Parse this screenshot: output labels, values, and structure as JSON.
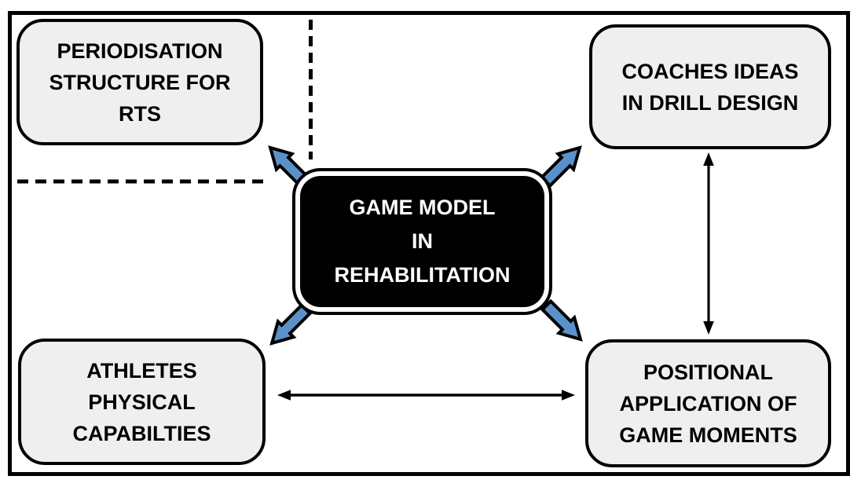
{
  "diagram": {
    "center_node": {
      "label": "GAME MODEL\nIN\nREHABILITATION",
      "fill": "#000000",
      "text_color": "#ffffff"
    },
    "nodes": {
      "top_left": {
        "label": "PERIODISATION\nSTRUCTURE FOR\nRTS"
      },
      "top_right": {
        "label": "COACHES IDEAS\nIN DRILL DESIGN"
      },
      "bottom_left": {
        "label": "ATHLETES\nPHYSICAL\nCAPABILTIES"
      },
      "bottom_right": {
        "label": "POSITIONAL\nAPPLICATION OF\nGAME MOMENTS"
      }
    },
    "connectors": {
      "blue_arrows": [
        "center-to-top-left",
        "center-to-top-right",
        "center-to-bottom-left",
        "center-to-bottom-right"
      ],
      "double_arrows": [
        "top-right-to-bottom-right",
        "bottom-left-to-bottom-right"
      ],
      "dashed_lines": [
        "vertical-top",
        "horizontal-left"
      ]
    },
    "colors": {
      "arrow_blue": "#5B91C9",
      "node_fill": "#EFEFEF",
      "line_black": "#000000",
      "background": "#FFFFFF"
    }
  }
}
